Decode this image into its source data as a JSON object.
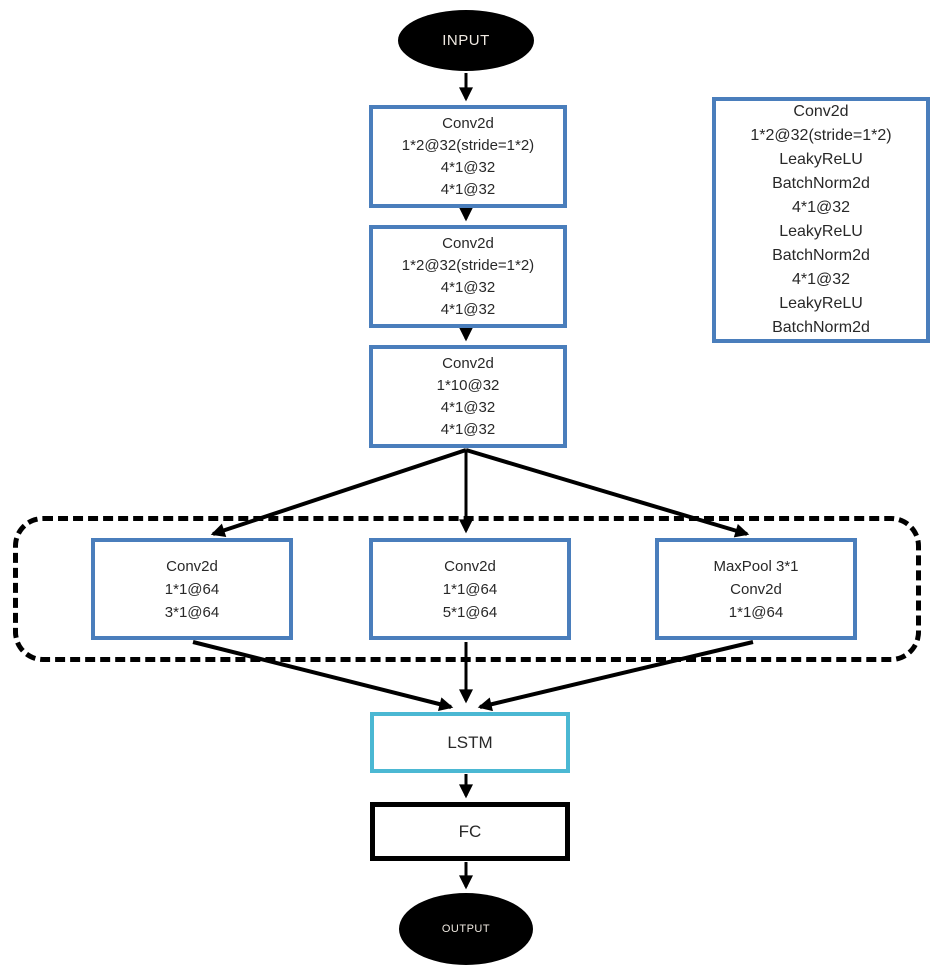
{
  "diagram_title": "CNN-LSTM network architecture flowchart",
  "colors": {
    "background": "#ffffff",
    "box_border": "#4a7ebc",
    "lstm_border": "#4bb8d3",
    "fc_border": "#000000",
    "terminal_fill": "#000000",
    "terminal_text": "#efe9e1",
    "arrow": "#000000",
    "text": "#282828"
  },
  "nodes": {
    "input": {
      "label": "INPUT"
    },
    "conv1": {
      "lines": [
        "Conv2d",
        "1*2@32(stride=1*2)",
        "4*1@32",
        "4*1@32"
      ]
    },
    "conv2": {
      "lines": [
        "Conv2d",
        "1*2@32(stride=1*2)",
        "4*1@32",
        "4*1@32"
      ]
    },
    "conv3": {
      "lines": [
        "Conv2d",
        "1*10@32",
        "4*1@32",
        "4*1@32"
      ]
    },
    "legend": {
      "lines": [
        "Conv2d",
        "1*2@32(stride=1*2)",
        "LeakyReLU",
        "BatchNorm2d",
        "4*1@32",
        "LeakyReLU",
        "BatchNorm2d",
        "4*1@32",
        "LeakyReLU",
        "BatchNorm2d"
      ]
    },
    "branch_left": {
      "lines": [
        "Conv2d",
        "1*1@64",
        "3*1@64"
      ]
    },
    "branch_mid": {
      "lines": [
        "Conv2d",
        "1*1@64",
        "5*1@64"
      ]
    },
    "branch_right": {
      "lines": [
        "MaxPool 3*1",
        "Conv2d",
        "1*1@64"
      ]
    },
    "lstm": {
      "label": "LSTM"
    },
    "fc": {
      "label": "FC"
    },
    "output": {
      "label": "OUTPUT"
    }
  }
}
